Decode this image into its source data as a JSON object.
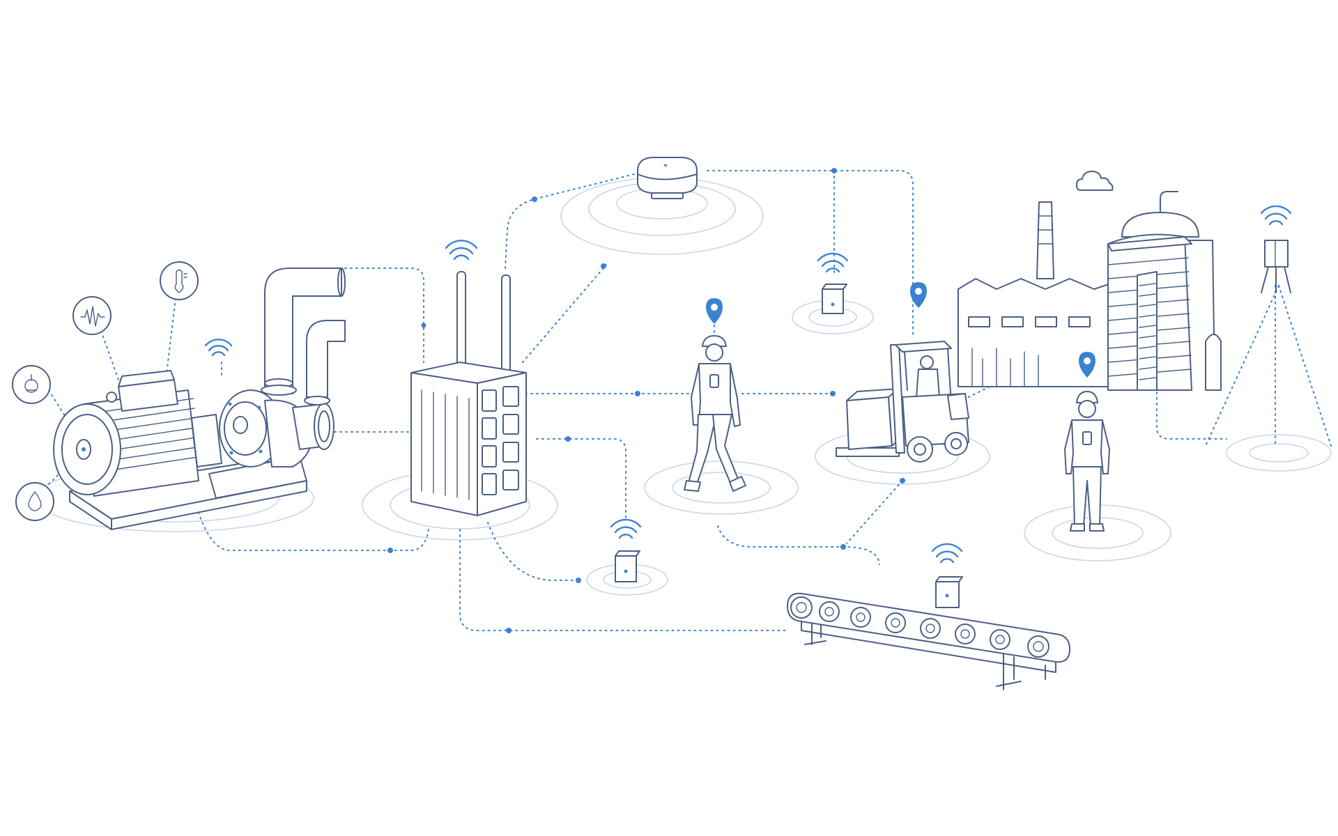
{
  "colors": {
    "line": "#4a5f86",
    "accent": "#3b82d0",
    "ring": "#c9d6ea",
    "background": "#ffffff"
  },
  "icons": [
    "humidity-gauge-icon",
    "vibration-icon",
    "temperature-icon",
    "water-drop-icon",
    "wifi-icon",
    "location-pin-icon",
    "cloud-icon"
  ],
  "scene": {
    "left_to_right": [
      "motor-pump-assembly",
      "edge-gateway",
      "ceiling-access-point",
      "sensor-node",
      "walking-worker",
      "forklift",
      "conveyor-belt",
      "factory-building",
      "storage-silo",
      "standing-worker",
      "pole-mounted-sensor"
    ]
  }
}
